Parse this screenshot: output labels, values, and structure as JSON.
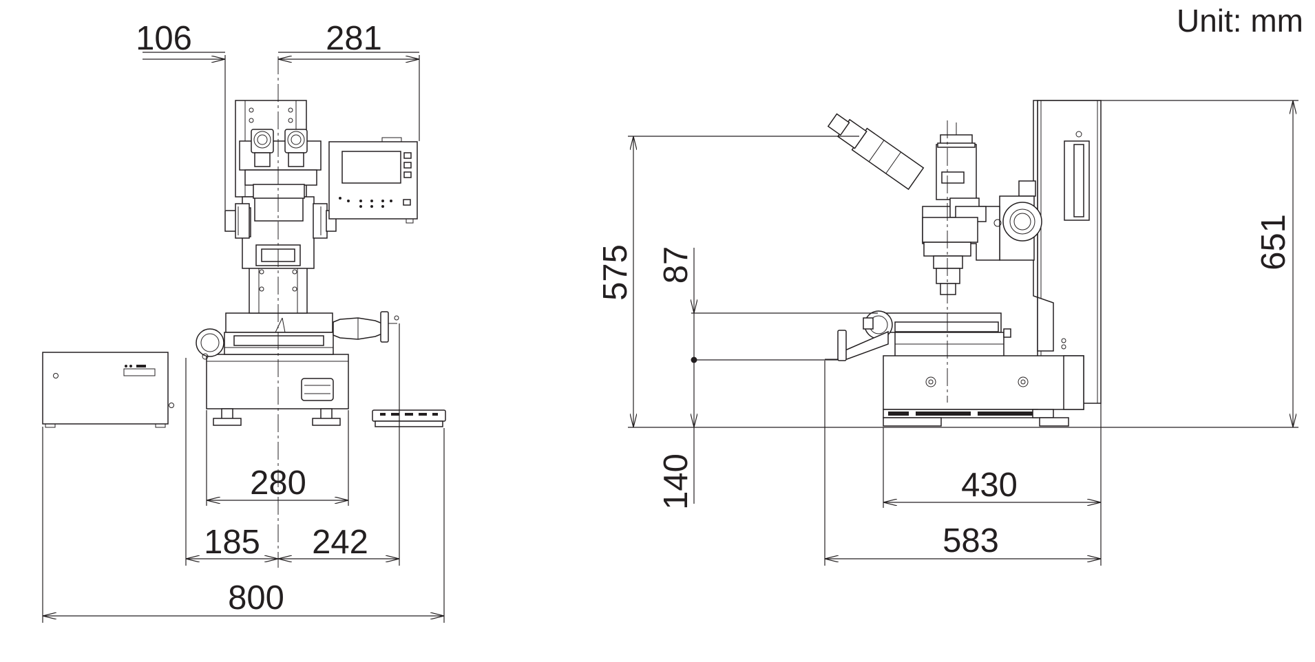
{
  "unit_label": "Unit: mm",
  "front_view": {
    "dim_top_left": "106",
    "dim_top_right": "281",
    "dim_base_width": "280",
    "dim_left_offset": "185",
    "dim_right_offset": "242",
    "dim_overall_width": "800"
  },
  "side_view": {
    "dim_height_575": "575",
    "dim_height_87": "87",
    "dim_height_140": "140",
    "dim_height_651": "651",
    "dim_depth_430": "430",
    "dim_depth_583": "583"
  }
}
